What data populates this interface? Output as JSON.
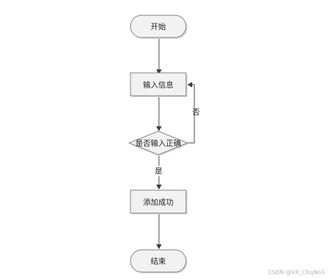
{
  "diagram": {
    "nodes": {
      "start": "开始",
      "input": "输入信息",
      "check": "是否输入正确",
      "success": "添加成功",
      "end": "结束"
    },
    "edges": {
      "no_label": "否",
      "yes_label": "是"
    },
    "colors": {
      "node_fill": "#f2f2f2",
      "node_stroke": "#7f7f7f",
      "edge": "#3f3f3f"
    }
  },
  "watermark": "CSDN @VX_CXsjNo1"
}
